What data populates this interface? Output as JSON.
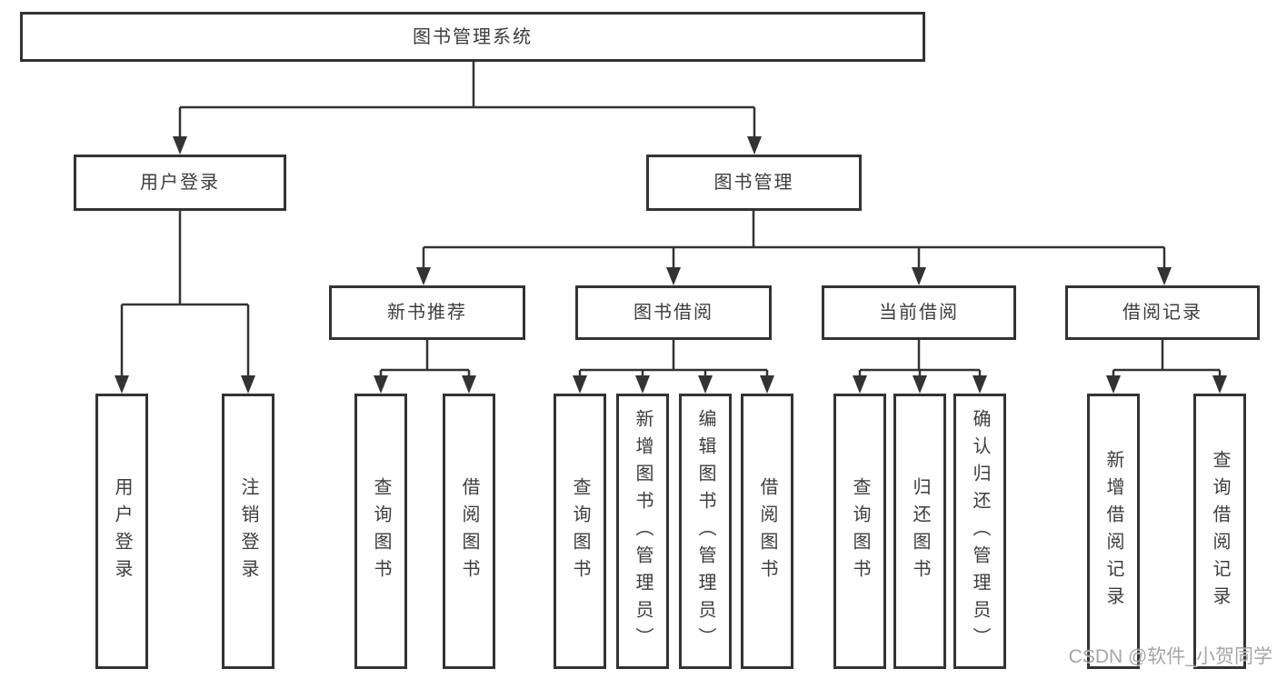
{
  "diagram": {
    "title_node": {
      "label": "图书管理系统"
    },
    "level2": [
      {
        "id": "user-login",
        "label": "用户登录"
      },
      {
        "id": "book-management",
        "label": "图书管理"
      }
    ],
    "level3": [
      {
        "id": "new-book-recommend",
        "parent": "图书管理",
        "label": "新书推荐"
      },
      {
        "id": "book-borrowing",
        "parent": "图书管理",
        "label": "图书借阅"
      },
      {
        "id": "current-borrowing",
        "parent": "图书管理",
        "label": "当前借阅"
      },
      {
        "id": "borrowing-records",
        "parent": "图书管理",
        "label": "借阅记录"
      }
    ],
    "leaves": [
      {
        "parent": "用户登录",
        "label": "用户登录"
      },
      {
        "parent": "用户登录",
        "label": "注销登录"
      },
      {
        "parent": "新书推荐",
        "label": "查询图书"
      },
      {
        "parent": "新书推荐",
        "label": "借阅图书"
      },
      {
        "parent": "图书借阅",
        "label": "查询图书"
      },
      {
        "parent": "图书借阅",
        "label": "新增图书（管理员）"
      },
      {
        "parent": "图书借阅",
        "label": "编辑图书（管理员）"
      },
      {
        "parent": "图书借阅",
        "label": "借阅图书"
      },
      {
        "parent": "当前借阅",
        "label": "查询图书"
      },
      {
        "parent": "当前借阅",
        "label": "归还图书"
      },
      {
        "parent": "当前借阅",
        "label": "确认归还（管理员）"
      },
      {
        "parent": "借阅记录",
        "label": "新增借阅记录"
      },
      {
        "parent": "借阅记录",
        "label": "查询借阅记录"
      }
    ]
  },
  "watermark": {
    "text": "CSDN @软件_小贺同学"
  },
  "colors": {
    "line": "#333333",
    "box_border": "#333333",
    "box_fill": "#ffffff",
    "text": "#3d3d3d",
    "watermark": "#969696",
    "background": "#ffffff"
  }
}
